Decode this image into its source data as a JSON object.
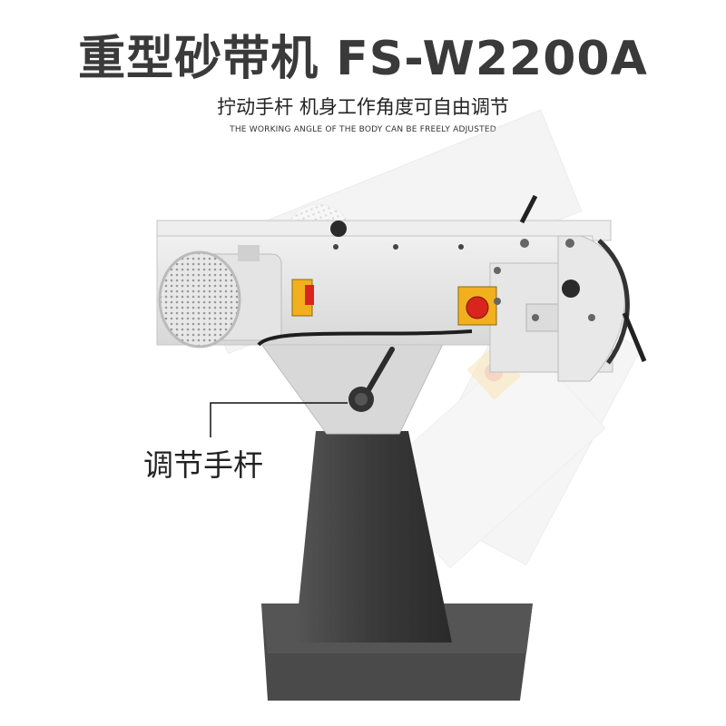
{
  "header": {
    "title": "重型砂带机 FS-W2200A",
    "subtitle": "拧动手杆 机身工作角度可自由调节",
    "subtitle_en": "THE WORKING ANGLE OF THE BODY CAN BE FREELY ADJUSTED"
  },
  "callout": {
    "label": "调节手杆"
  },
  "colors": {
    "body": "#e4e4e4",
    "base": "#3a3a3a",
    "switch": "#f2b01e",
    "stop": "#d9251c"
  }
}
